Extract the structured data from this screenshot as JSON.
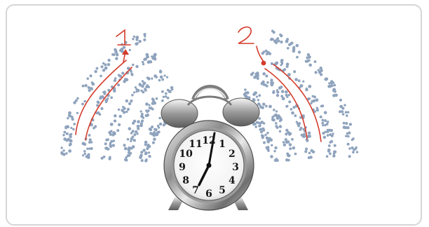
{
  "labels": {
    "first": "1",
    "second": "2"
  },
  "clock_numbers": [
    "12",
    "1",
    "2",
    "3",
    "4",
    "5",
    "6",
    "7",
    "8",
    "9",
    "10",
    "11"
  ],
  "colors": {
    "annotation": "#d43a2a",
    "particles": "#8fa3bd",
    "frame": "#d6d6d6"
  },
  "icons": {
    "main": "alarm-clock-icon"
  }
}
